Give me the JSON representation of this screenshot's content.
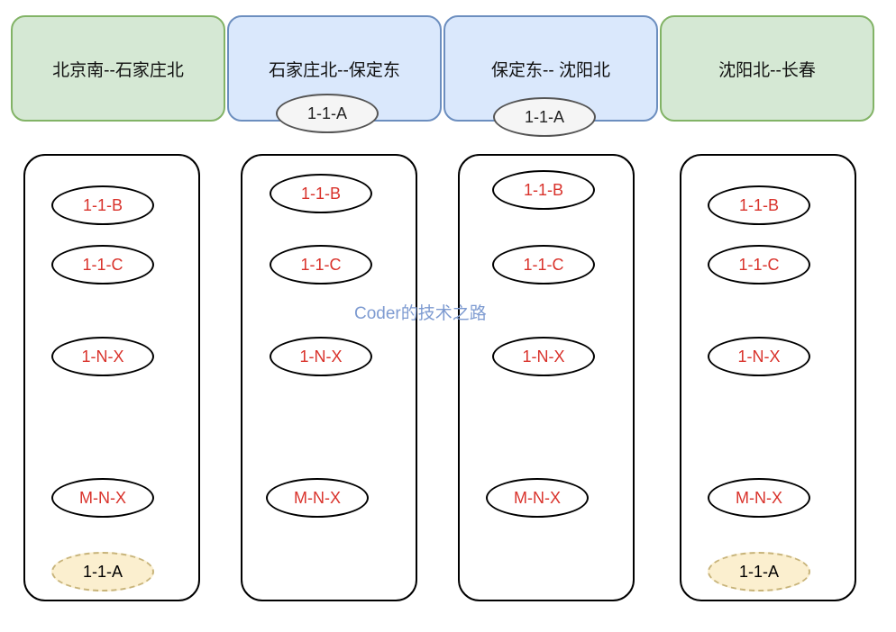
{
  "segments": [
    {
      "label": "北京南--石家庄北",
      "color": "green"
    },
    {
      "label": "石家庄北--保定东",
      "color": "blue",
      "badge": "1-1-A"
    },
    {
      "label": "保定东-- 沈阳北",
      "color": "blue",
      "badge": "1-1-A"
    },
    {
      "label": "沈阳北--长春",
      "color": "green"
    }
  ],
  "columns": [
    {
      "items": [
        "1-1-B",
        "1-1-C",
        "1-N-X",
        "M-N-X"
      ],
      "footer": "1-1-A"
    },
    {
      "items": [
        "1-1-B",
        "1-1-C",
        "1-N-X",
        "M-N-X"
      ]
    },
    {
      "items": [
        "1-1-B",
        "1-1-C",
        "1-N-X",
        "M-N-X"
      ]
    },
    {
      "items": [
        "1-1-B",
        "1-1-C",
        "1-N-X",
        "M-N-X"
      ],
      "footer": "1-1-A"
    }
  ],
  "watermark": "Coder的技术之路",
  "colors": {
    "green_fill": "#d5e8d4",
    "green_border": "#82b366",
    "blue_fill": "#dae8fc",
    "blue_border": "#6c8ebf",
    "item_text": "#d9322b",
    "dashed_fill": "#fbefcf",
    "watermark": "#7e9bd1"
  }
}
